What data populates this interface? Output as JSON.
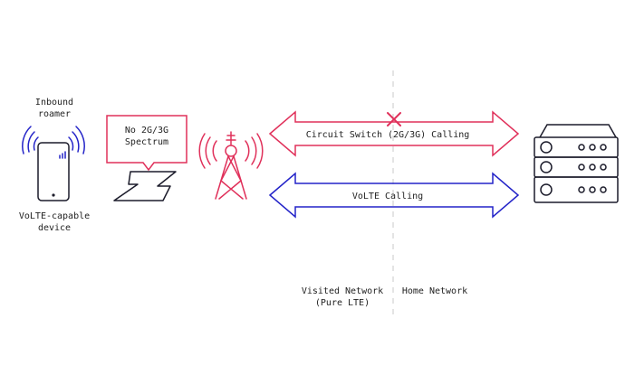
{
  "colors": {
    "ink": "#1c1c2b",
    "red": "#e0305a",
    "blue": "#2323c8",
    "divider": "#c8c8c8"
  },
  "roamer": {
    "label_line1": "Inbound",
    "label_line2": "roamer",
    "device_line1": "VoLTE-capable",
    "device_line2": "device"
  },
  "callout": {
    "line1": "No 2G/3G",
    "line2": "Spectrum"
  },
  "arrows": {
    "circuit": "Circuit Switch (2G/3G) Calling",
    "volte": "VoLTE Calling"
  },
  "networks": {
    "visited_line1": "Visited Network",
    "visited_line2": "(Pure LTE)",
    "home": "Home Network"
  },
  "icons": {
    "phone": "phone-icon",
    "tower": "cell-tower-icon",
    "server": "server-icon",
    "blocked": "x-mark-icon",
    "lightning": "lightning-icon"
  }
}
